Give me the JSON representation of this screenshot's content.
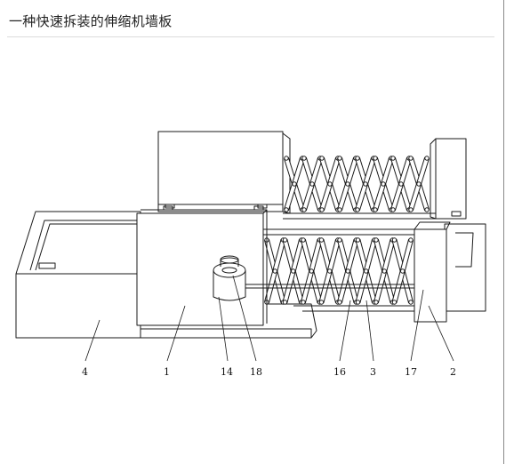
{
  "header": {
    "title": "一种快速拆装的伸缩机墙板"
  },
  "diagram": {
    "callouts": [
      {
        "id": "c4",
        "label": "4"
      },
      {
        "id": "c1",
        "label": "1"
      },
      {
        "id": "c14",
        "label": "14"
      },
      {
        "id": "c18",
        "label": "18"
      },
      {
        "id": "c16",
        "label": "16"
      },
      {
        "id": "c3",
        "label": "3"
      },
      {
        "id": "c17",
        "label": "17"
      },
      {
        "id": "c2",
        "label": "2"
      }
    ]
  }
}
